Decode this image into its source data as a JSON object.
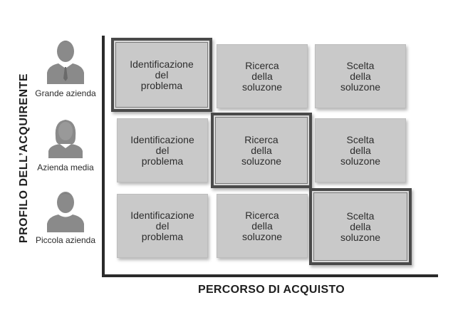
{
  "axes": {
    "y_label": "PROFILO DELL’ACQUIRENTE",
    "x_label": "PERCORSO DI ACQUISTO"
  },
  "profiles": [
    {
      "label": "Grande azienda",
      "icon": "businessman-tie-icon"
    },
    {
      "label": "Azienda media",
      "icon": "businesswoman-icon"
    },
    {
      "label": "Piccola azienda",
      "icon": "person-icon"
    }
  ],
  "stages": [
    "Identificazione\ndel\nproblema",
    "Ricerca\ndella\nsoluzone",
    "Scelta\ndella\nsoluzone"
  ],
  "grid": {
    "rows": [
      {
        "cells": [
          "Identificazione\ndel\nproblema",
          "Ricerca\ndella\nsoluzone",
          "Scelta\ndella\nsoluzone"
        ],
        "highlighted_column": 0
      },
      {
        "cells": [
          "Identificazione\ndel\nproblema",
          "Ricerca\ndella\nsoluzone",
          "Scelta\ndella\nsoluzone"
        ],
        "highlighted_column": 1
      },
      {
        "cells": [
          "Identificazione\ndel\nproblema",
          "Ricerca\ndella\nsoluzone",
          "Scelta\ndella\nsoluzone"
        ],
        "highlighted_column": 2
      }
    ]
  },
  "colors": {
    "cell_fill": "#c9c9c9",
    "highlight_border": "#4a4a4a",
    "axis": "#2b2b2b",
    "icon": "#8a8a8a"
  }
}
